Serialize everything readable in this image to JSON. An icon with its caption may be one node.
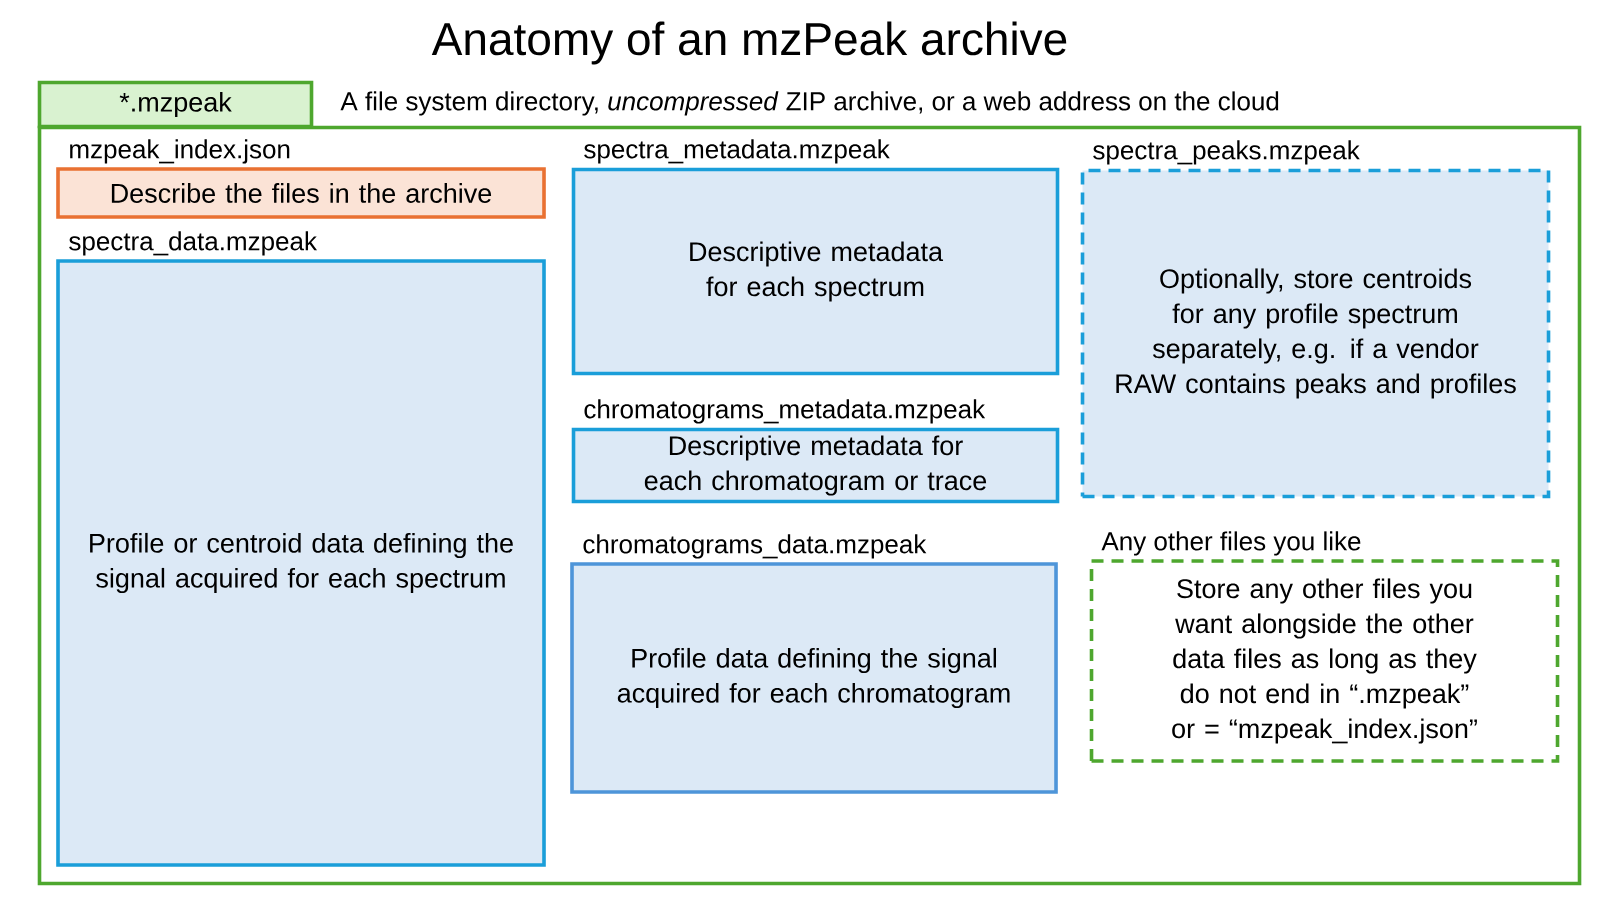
{
  "diagram": {
    "title": "Anatomy of an mzPeak archive",
    "nodes": [
      {
        "text": [
          "*.mzpeak"
        ],
        "beside": [
          "A file system directory, *uncompressed* ZIP archive, or a web address on the cloud"
        ]
      },
      {
        "text": [],
        "shape": "box"
      },
      {
        "text": [
          "mzpeak_index.json",
          "Describe the files in the archive"
        ],
        "in": 1
      },
      {
        "text": [
          "spectra_data.mzpeak",
          "Profile or centroid data defining the signal acquired for each spectrum"
        ],
        "in": 1
      },
      {
        "text": [
          "spectra_metadata.mzpeak",
          "Descriptive metadata for each spectrum"
        ],
        "in": 1
      },
      {
        "text": [
          "chromatograms_metadata.mzpeak",
          "Descriptive metadata for each chromatogram or trace"
        ],
        "in": 1
      },
      {
        "text": [
          "chromatograms_data.mzpeak",
          "Profile data defining the signal acquired for each chromatogram"
        ],
        "in": 1
      },
      {
        "text": [
          "spectra_peaks.mzpeak",
          "Optionally, store centroids for any profile spectrum separately, e.g. if a vendor RAW contains peaks and profiles"
        ],
        "in": 1
      },
      {
        "text": [
          "Any other files you like",
          "Store any other files you want alongside the other data files as long as they do not end in “.mzpeak” or = “mzpeak_index.json”"
        ],
        "in": 1
      }
    ]
  }
}
